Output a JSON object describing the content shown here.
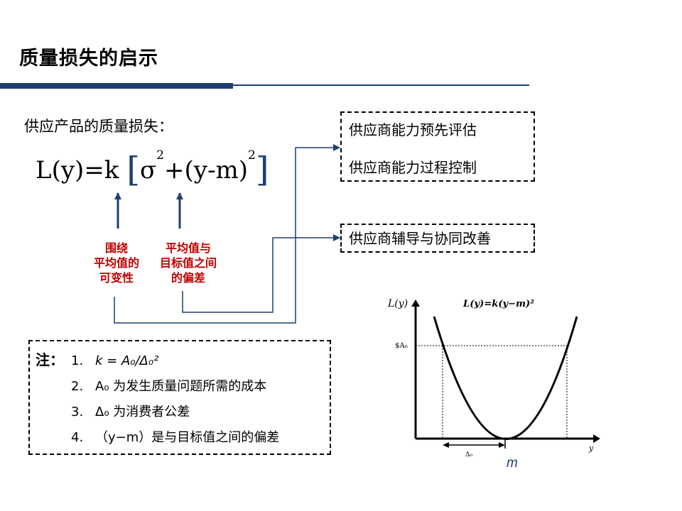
{
  "title": "质量损失的启示",
  "colors": {
    "accent": "#1f3f6f",
    "label_red": "#c00000",
    "connector": "#1f3f6f"
  },
  "section_heading": "供应产品的质量损失：",
  "formula": {
    "lhs": "L(y)",
    "eq": "=",
    "k": "k",
    "open_bracket": "[",
    "sigma": "σ",
    "sigma_exp": "2",
    "plus": "+",
    "term": "(y-m)",
    "term_exp": "2",
    "close_bracket": "]"
  },
  "labels": {
    "variability": [
      "围绕",
      "平均值的",
      "可变性"
    ],
    "deviation": [
      "平均值与",
      "目标值之间",
      "的偏差"
    ]
  },
  "boxes": {
    "box1_line1": "供应商能力预先评估",
    "box1_line2": "供应商能力过程控制",
    "box2": "供应商辅导与协同改善"
  },
  "note": {
    "prefix": "注：",
    "items": [
      {
        "num": "1.",
        "text": "k = A₀/Δ₀²"
      },
      {
        "num": "2.",
        "text": "A₀ 为发生质量问题所需的成本"
      },
      {
        "num": "3.",
        "text": "Δ₀  为消费者公差"
      },
      {
        "num": "4.",
        "text": "（y−m）是与目标值之间的偏差"
      }
    ]
  },
  "graph": {
    "y_axis_label": "L(y)",
    "x_axis_label": "y",
    "formula_label": "L(y)=k(y−m)²",
    "a0_label": "$A₀",
    "delta_label": "Δ₀",
    "m_label": "m"
  }
}
